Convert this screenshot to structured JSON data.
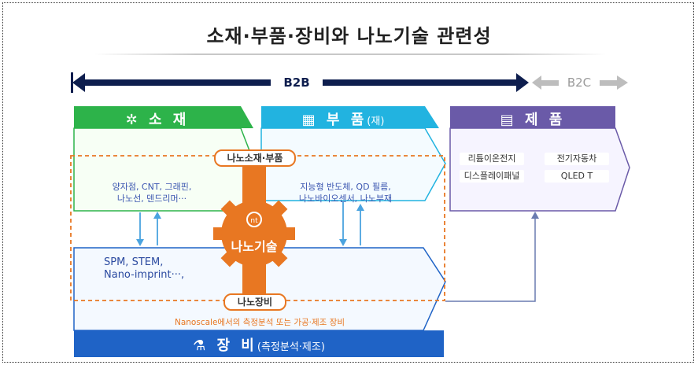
{
  "title": "소재·부품·장비와 나노기술 관련성",
  "b2b_label": "B2B",
  "b2c_label": "B2C",
  "materials": {
    "header": "소 재",
    "icon": "atom-icon",
    "line1": "양자점, CNT, 그래핀,",
    "line2": "나노선, 덴드리머···"
  },
  "parts": {
    "header": "부 품",
    "header_suffix": "(재)",
    "icon": "chip-icon",
    "line1": "지능형 반도체, QD 필름,",
    "line2": "나노바이오센서, 나노부재"
  },
  "products": {
    "header": "제 품",
    "icon": "panel-icon",
    "items": [
      "리튬이온전지",
      "전기자동차",
      "디스플레이패널",
      "QLED T"
    ]
  },
  "equipment": {
    "header": "장 비",
    "header_suffix": "(측정분석·제조)",
    "icon": "microscope-icon",
    "line1": "SPM, STEM,",
    "line2": "Nano-imprint···,",
    "caption": "Nanoscale에서의 측정분석 또는 가공·제조 장비"
  },
  "nano": {
    "center_label": "나노기술",
    "top_tag": "나노소재·부품",
    "bottom_tag": "나노장비"
  },
  "colors": {
    "green": "#2db34a",
    "cyan": "#22b3e0",
    "purple": "#6a5aa8",
    "blue": "#1f63c6",
    "navy": "#0e1e4e",
    "orange": "#e87722"
  }
}
